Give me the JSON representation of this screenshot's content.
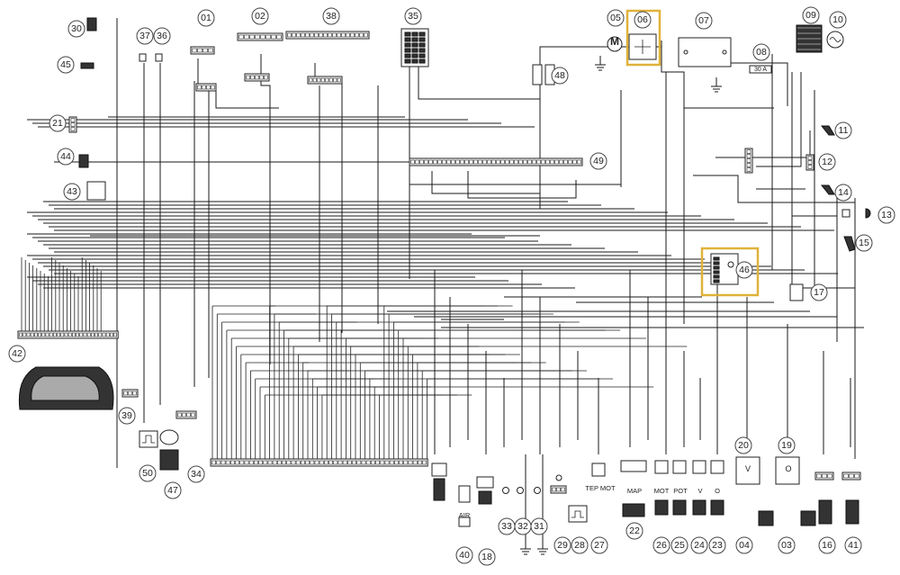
{
  "diagram": {
    "highlight_color": "#e0b23a",
    "line_color": "#1a1a1a",
    "callouts": [
      {
        "id": "c30",
        "label": "30"
      },
      {
        "id": "c37",
        "label": "37"
      },
      {
        "id": "c36",
        "label": "36"
      },
      {
        "id": "c01",
        "label": "01"
      },
      {
        "id": "c02",
        "label": "02"
      },
      {
        "id": "c38",
        "label": "38"
      },
      {
        "id": "c35",
        "label": "35"
      },
      {
        "id": "c05",
        "label": "05"
      },
      {
        "id": "c06",
        "label": "06"
      },
      {
        "id": "c07",
        "label": "07"
      },
      {
        "id": "c08",
        "label": "08"
      },
      {
        "id": "c09",
        "label": "09"
      },
      {
        "id": "c10",
        "label": "10"
      },
      {
        "id": "c45",
        "label": "45"
      },
      {
        "id": "c48",
        "label": "48"
      },
      {
        "id": "c21",
        "label": "21"
      },
      {
        "id": "c11",
        "label": "11"
      },
      {
        "id": "c44",
        "label": "44"
      },
      {
        "id": "c49",
        "label": "49"
      },
      {
        "id": "c12",
        "label": "12"
      },
      {
        "id": "c43",
        "label": "43"
      },
      {
        "id": "c14",
        "label": "14"
      },
      {
        "id": "c13",
        "label": "13"
      },
      {
        "id": "c15",
        "label": "15"
      },
      {
        "id": "c46",
        "label": "46"
      },
      {
        "id": "c17",
        "label": "17"
      },
      {
        "id": "c42",
        "label": "42"
      },
      {
        "id": "c39",
        "label": "39"
      },
      {
        "id": "c20",
        "label": "20"
      },
      {
        "id": "c19",
        "label": "19"
      },
      {
        "id": "c50",
        "label": "50"
      },
      {
        "id": "c34",
        "label": "34"
      },
      {
        "id": "c47",
        "label": "47"
      },
      {
        "id": "c40",
        "label": "40"
      },
      {
        "id": "c18",
        "label": "18"
      },
      {
        "id": "c33",
        "label": "33"
      },
      {
        "id": "c32",
        "label": "32"
      },
      {
        "id": "c31",
        "label": "31"
      },
      {
        "id": "c29",
        "label": "29"
      },
      {
        "id": "c28",
        "label": "28"
      },
      {
        "id": "c27",
        "label": "27"
      },
      {
        "id": "c22",
        "label": "22"
      },
      {
        "id": "c26",
        "label": "26"
      },
      {
        "id": "c25",
        "label": "25"
      },
      {
        "id": "c24",
        "label": "24"
      },
      {
        "id": "c23",
        "label": "23"
      },
      {
        "id": "c04",
        "label": "04"
      },
      {
        "id": "c03",
        "label": "03"
      },
      {
        "id": "c16",
        "label": "16"
      },
      {
        "id": "c41",
        "label": "41"
      }
    ],
    "component_labels": {
      "motor_symbol": "M",
      "air": "AIR",
      "tep_mot": "TEP MOT",
      "map": "MAP",
      "mot": "MOT",
      "pot": "POT",
      "v": "V",
      "o": "O",
      "fuse": "30 A",
      "coil_v": "V",
      "coil_o": "O"
    }
  }
}
